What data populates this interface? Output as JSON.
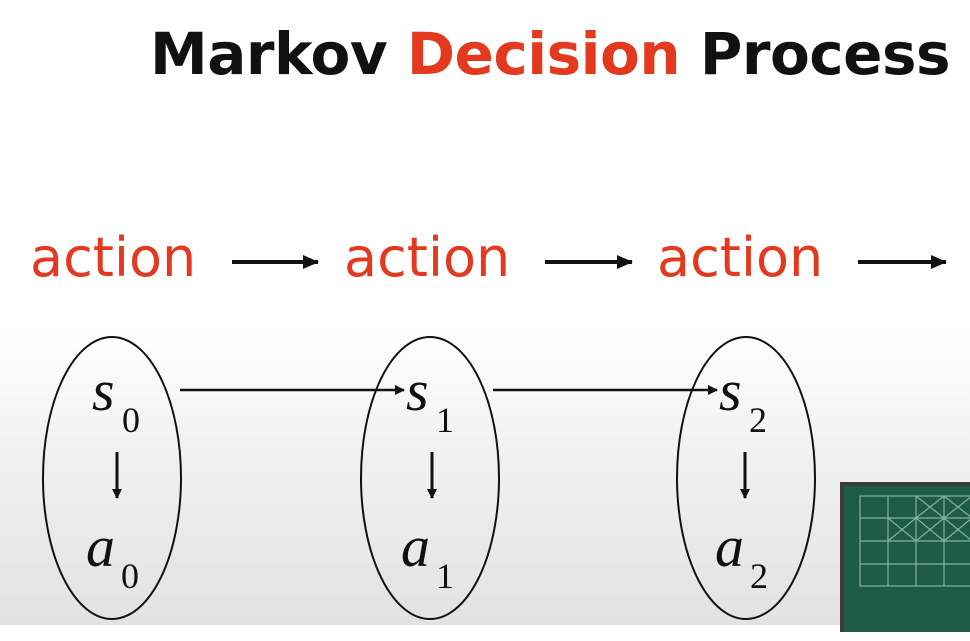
{
  "title": {
    "part1": "Markov",
    "part2": "Decision",
    "part3": "Process"
  },
  "colors": {
    "accent": "#e2391f",
    "text": "#111111",
    "chalkboard": "#1e5a45"
  },
  "actions": [
    "action",
    "action",
    "action"
  ],
  "states": [
    {
      "state": "s",
      "state_sub": "0",
      "action": "a",
      "action_sub": "0"
    },
    {
      "state": "s",
      "state_sub": "1",
      "action": "a",
      "action_sub": "1"
    },
    {
      "state": "s",
      "state_sub": "2",
      "action": "a",
      "action_sub": "2"
    }
  ]
}
